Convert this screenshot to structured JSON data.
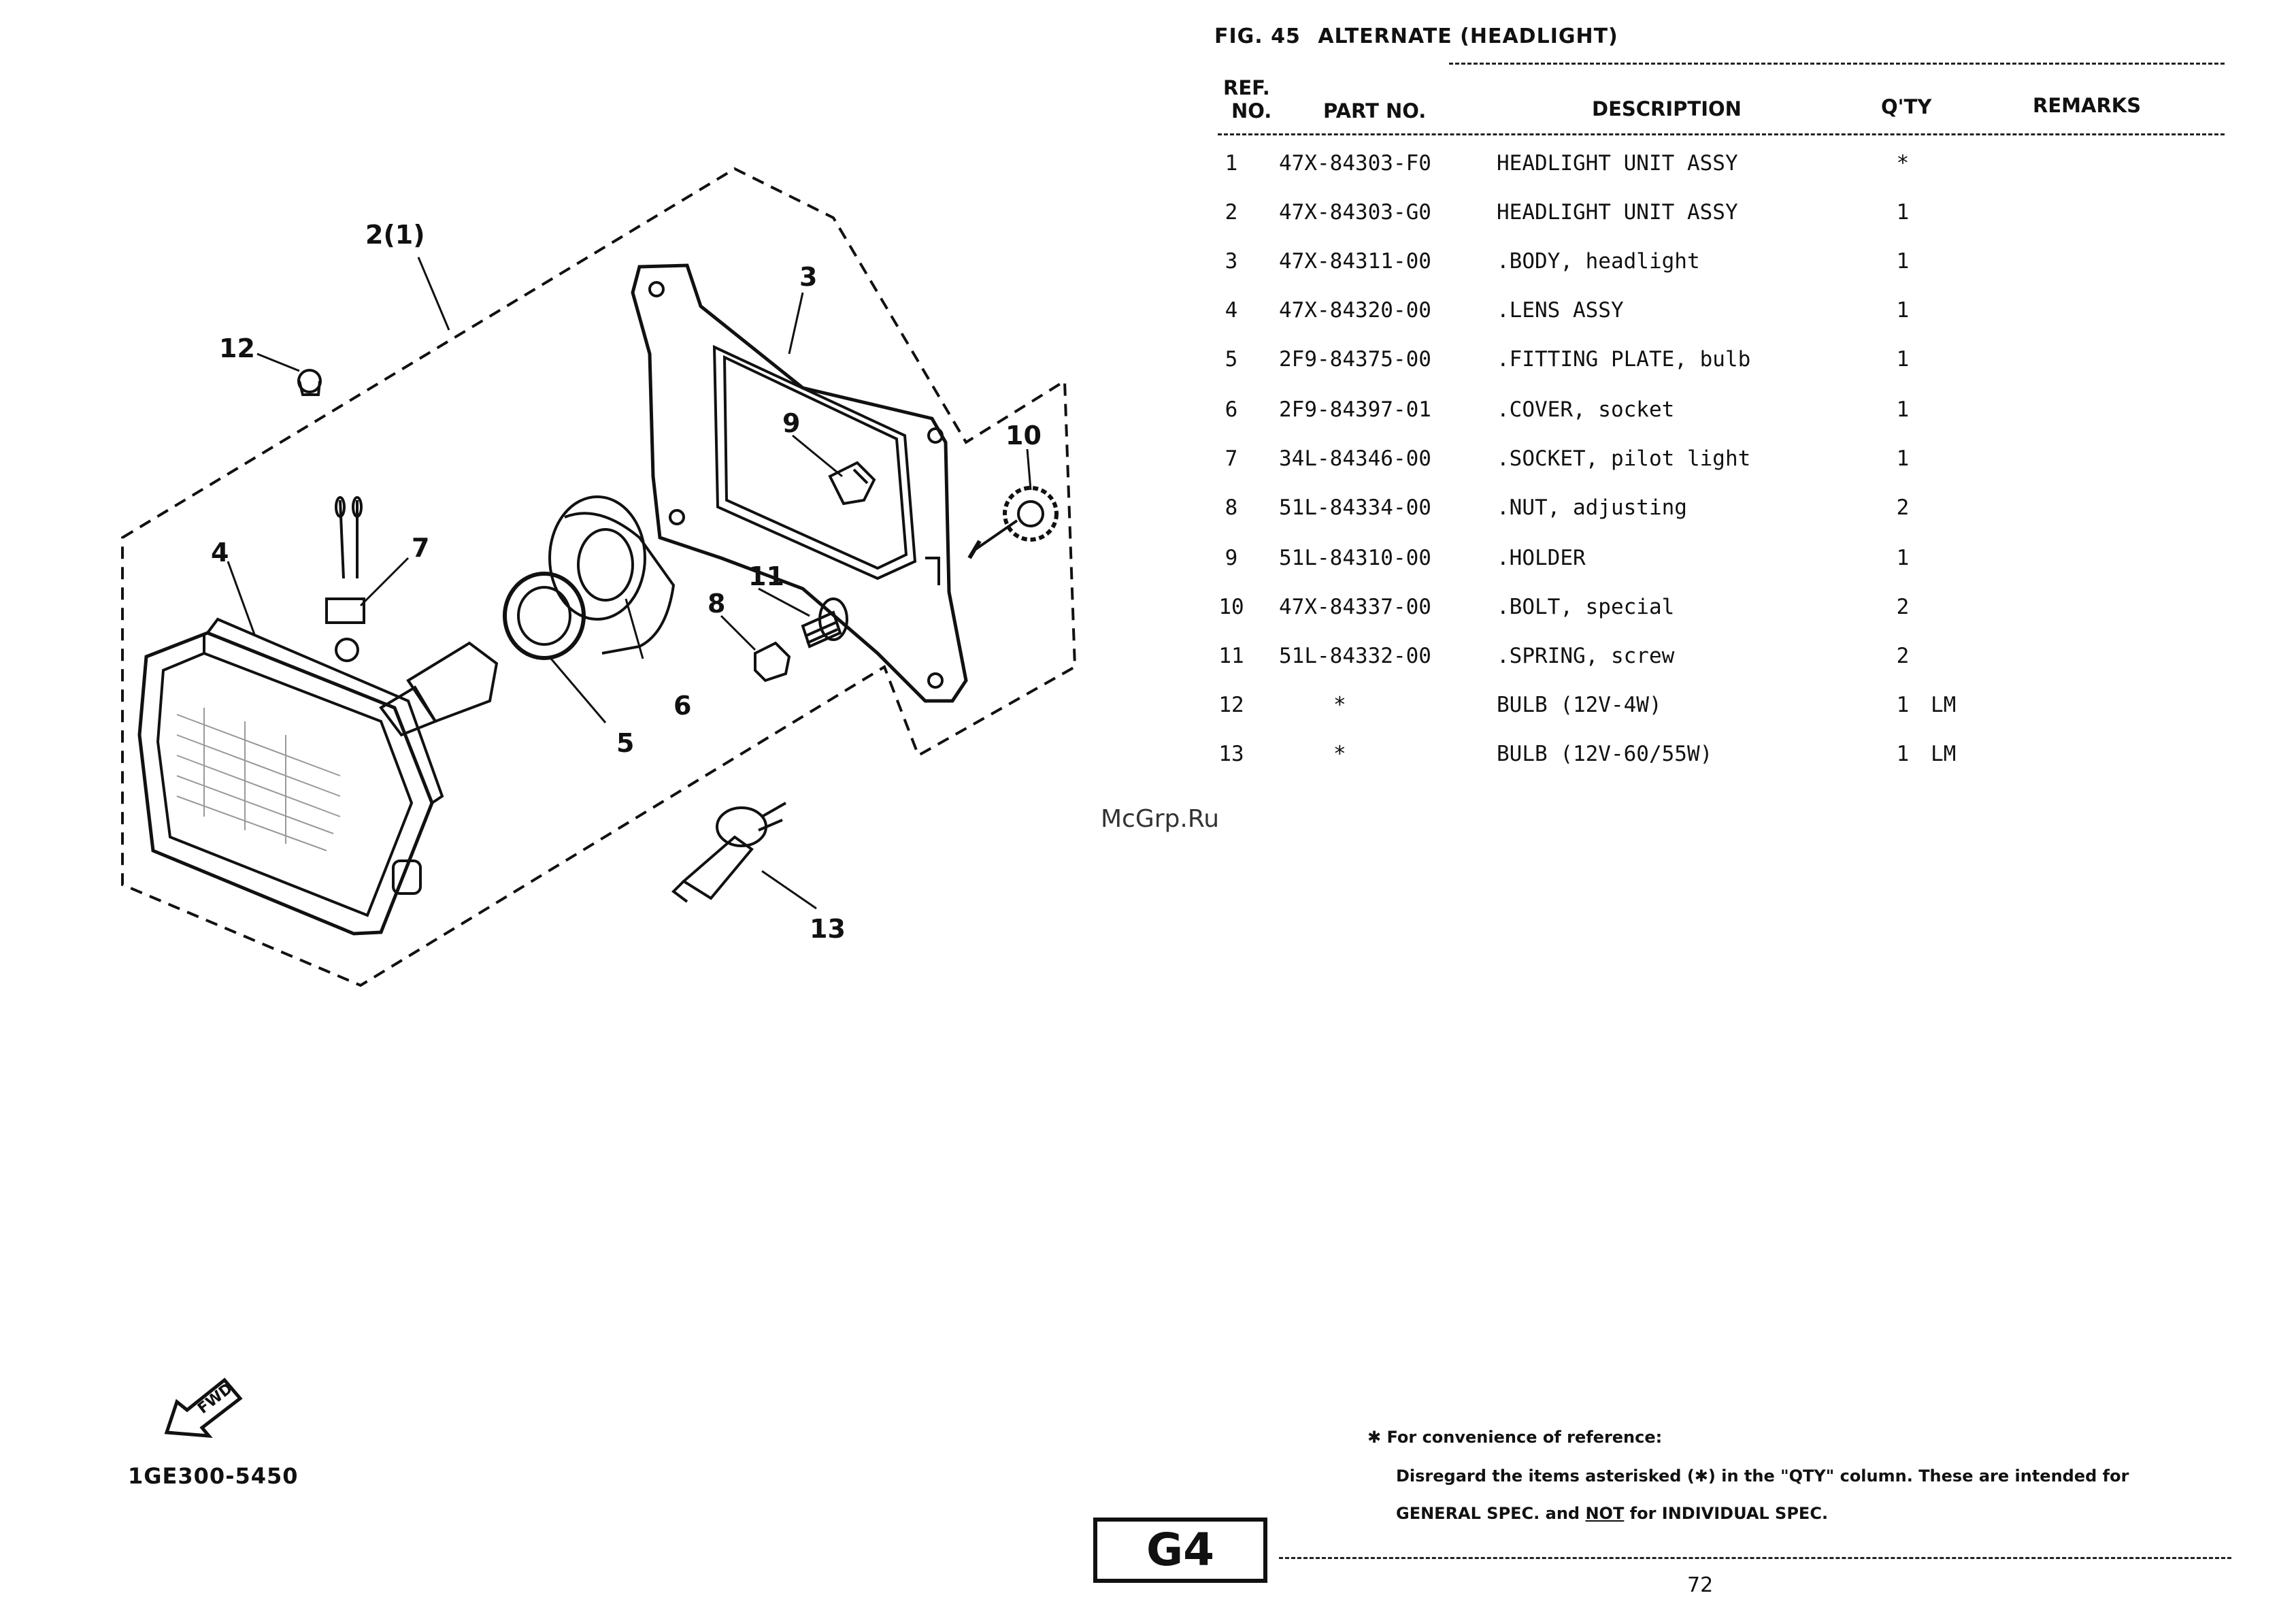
{
  "header": {
    "fig_number": "FIG. 45",
    "fig_title": "ALTERNATE (HEADLIGHT)"
  },
  "columns": {
    "ref_line1": "REF.",
    "ref_line2": "NO.",
    "part_no": "PART NO.",
    "description": "DESCRIPTION",
    "qty": "Q'TY",
    "remarks": "REMARKS"
  },
  "parts": [
    {
      "ref": "1",
      "part": "47X-84303-F0",
      "desc": "HEADLIGHT UNIT ASSY",
      "qty": "*",
      "remarks": ""
    },
    {
      "ref": "2",
      "part": "47X-84303-G0",
      "desc": "HEADLIGHT UNIT ASSY",
      "qty": "1",
      "remarks": ""
    },
    {
      "ref": "3",
      "part": "47X-84311-00",
      "desc": ".BODY, headlight",
      "qty": "1",
      "remarks": ""
    },
    {
      "ref": "4",
      "part": "47X-84320-00",
      "desc": ".LENS ASSY",
      "qty": "1",
      "remarks": ""
    },
    {
      "ref": "5",
      "part": "2F9-84375-00",
      "desc": ".FITTING PLATE, bulb",
      "qty": "1",
      "remarks": ""
    },
    {
      "ref": "6",
      "part": "2F9-84397-01",
      "desc": ".COVER, socket",
      "qty": "1",
      "remarks": ""
    },
    {
      "ref": "7",
      "part": "34L-84346-00",
      "desc": ".SOCKET, pilot light",
      "qty": "1",
      "remarks": ""
    },
    {
      "ref": "8",
      "part": "51L-84334-00",
      "desc": ".NUT, adjusting",
      "qty": "2",
      "remarks": ""
    },
    {
      "ref": "9",
      "part": "51L-84310-00",
      "desc": ".HOLDER",
      "qty": "1",
      "remarks": ""
    },
    {
      "ref": "10",
      "part": "47X-84337-00",
      "desc": ".BOLT, special",
      "qty": "2",
      "remarks": ""
    },
    {
      "ref": "11",
      "part": "51L-84332-00",
      "desc": ".SPRING, screw",
      "qty": "2",
      "remarks": ""
    },
    {
      "ref": "12",
      "part": "*",
      "desc": "BULB (12V-4W)",
      "qty": "1",
      "remarks": "LM"
    },
    {
      "ref": "13",
      "part": "*",
      "desc": "BULB (12V-60/55W)",
      "qty": "1",
      "remarks": "LM"
    }
  ],
  "diagram": {
    "labels": [
      "2(1)",
      "12",
      "3",
      "9",
      "10",
      "4",
      "7",
      "11",
      "8",
      "6",
      "5",
      "13"
    ]
  },
  "footnote": {
    "line1": "✱ For convenience of reference:",
    "line2": "Disregard the items asterisked (✱) in the \"QTY\" column.  These are intended for",
    "line3_a": "GENERAL SPEC. and ",
    "line3_b": "NOT",
    "line3_c": " for INDIVIDUAL SPEC."
  },
  "footer": {
    "section": "G4",
    "page": "72",
    "diagram_code": "1GE300-5450",
    "fwd_label": "FWD",
    "watermark": "McGrp.Ru"
  }
}
